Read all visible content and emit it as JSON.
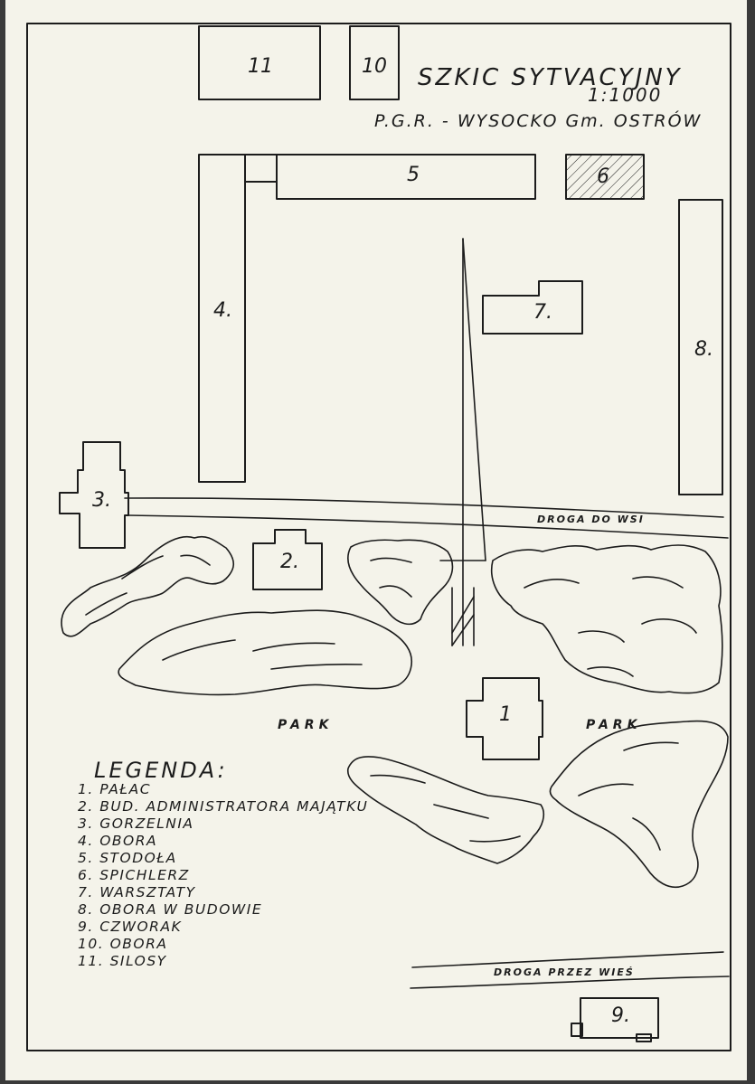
{
  "title": {
    "line1": "SZKIC SYTVACYJNY",
    "scale": "1:1000",
    "line3": "P.G.R. - WYSOCKO Gm. OSTRÓW"
  },
  "buildings": [
    {
      "id": "b11",
      "label": "11"
    },
    {
      "id": "b10",
      "label": "10"
    },
    {
      "id": "b5",
      "label": "5"
    },
    {
      "id": "b6",
      "label": "6"
    },
    {
      "id": "b4",
      "label": "4."
    },
    {
      "id": "b7",
      "label": "7."
    },
    {
      "id": "b8",
      "label": "8."
    },
    {
      "id": "b3",
      "label": "3."
    },
    {
      "id": "b2",
      "label": "2."
    },
    {
      "id": "b1",
      "label": "1"
    },
    {
      "id": "b9",
      "label": "9."
    }
  ],
  "roads": {
    "road_to_village": "DROGA DO WSI",
    "road_through_village": "DROGA PRZEZ WIEŚ"
  },
  "park_labels": [
    "PARK",
    "PARK"
  ],
  "legend": {
    "heading": "LEGENDA:",
    "items": [
      "1. PAŁAC",
      "2. BUD. ADMINISTRATORA MAJĄTKU",
      "3. GORZELNIA",
      "4. OBORA",
      "5. STODOŁA",
      "6. SPICHLERZ",
      "7. WARSZTATY",
      "8. OBORA W BUDOWIE",
      "9. CZWORAK",
      "10. OBORA",
      "11. SILOSY"
    ]
  },
  "colors": {
    "paper": "#f4f3ea",
    "ink": "#1c1c1c",
    "background": "#3a3a3a"
  }
}
